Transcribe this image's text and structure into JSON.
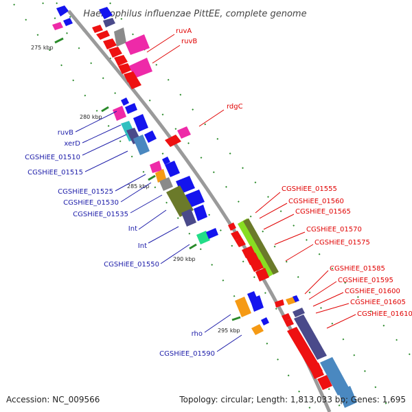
{
  "title": "Haemophilus influenzae PittEE, complete genome",
  "footer": {
    "accession": "Accession: NC_009566",
    "topology": "Topology: circular; Length: 1,813,033 bp; Genes: 1,695"
  },
  "ticks": [
    "275 kbp",
    "280 kbp",
    "285 kbp",
    "290 kbp",
    "295 kbp"
  ],
  "labels_right": [
    "ruvA",
    "ruvB",
    "rdgC",
    "CGSHiEE_01555",
    "CGSHiEE_01560",
    "CGSHiEE_01565",
    "CGSHiEE_01570",
    "CGSHiEE_01575",
    "CGSHiEE_01585",
    "CGSHiEE_01595",
    "CGSHiEE_01600",
    "CGSHiEE_01605",
    "CGSHiEE_01610"
  ],
  "labels_left": [
    "ruvB",
    "xerD",
    "CGSHiEE_01510",
    "CGSHiEE_01515",
    "CGSHiEE_01525",
    "CGSHiEE_01530",
    "CGSHiEE_01535",
    "Int",
    "Int",
    "CGSHiEE_01550",
    "rho",
    "CGSHiEE_01590"
  ],
  "colors": {
    "backbone": "#9a9a9a",
    "red": "#ee1111",
    "blue": "#1414ee",
    "magenta": "#ee2aa8",
    "gray": "#8a8a8a",
    "olive": "#6b7a2a",
    "navy": "#4a4a8a",
    "steelblue": "#4a88c0",
    "orange": "#f59a14",
    "lime": "#88dd22",
    "teal": "#30c0c0",
    "green_dots": "#2a8a2a"
  }
}
